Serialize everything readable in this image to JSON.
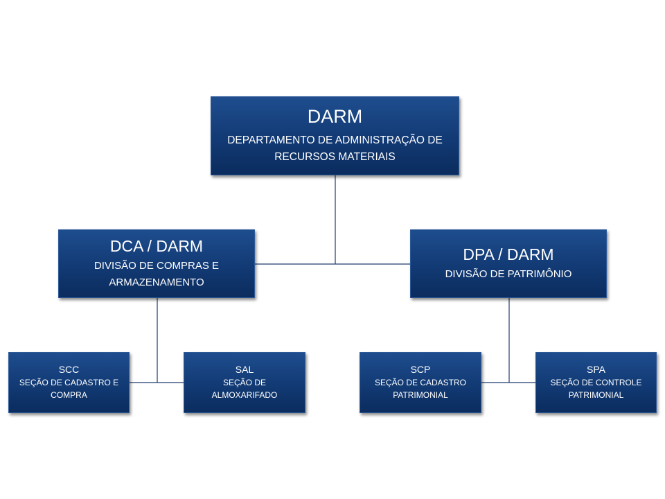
{
  "chart": {
    "root": {
      "code": "DARM",
      "description": "DEPARTAMENTO DE ADMINISTRAÇÃO DE RECURSOS MATERIAIS"
    },
    "divisions": [
      {
        "code": "DCA / DARM",
        "description": "DIVISÃO DE COMPRAS E ARMAZENAMENTO",
        "sections": [
          {
            "code": "SCC",
            "description": "SEÇÃO DE CADASTRO E COMPRA"
          },
          {
            "code": "SAL",
            "description": "SEÇÃO DE ALMOXARIFADO"
          }
        ]
      },
      {
        "code": "DPA / DARM",
        "description": "DIVISÃO DE PATRIMÔNIO",
        "sections": [
          {
            "code": "SCP",
            "description": "SEÇÃO DE CADASTRO PATRIMONIAL"
          },
          {
            "code": "SPA",
            "description": "SEÇÃO DE CONTROLE PATRIMONIAL"
          }
        ]
      }
    ]
  },
  "colors": {
    "box_top": "#1e4d8e",
    "box_bottom": "#0b2c5e",
    "connector": "#1f3b6e",
    "text": "#ffffff"
  }
}
